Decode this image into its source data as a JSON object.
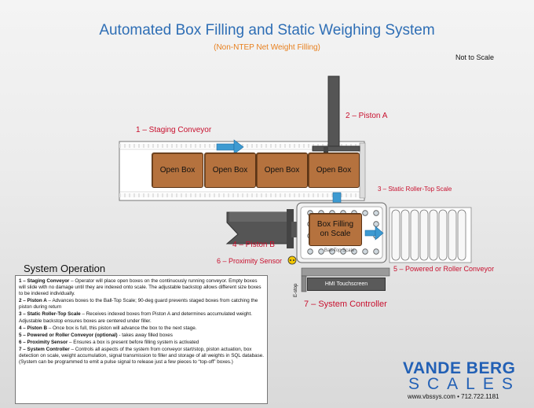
{
  "header": {
    "title": "Automated Box Filling and Static Weighing System",
    "subtitle": "(Non-NTEP Net Weight Filling)",
    "scale_note": "Not to Scale"
  },
  "labels": {
    "staging_conveyor": "1 – Staging Conveyor",
    "piston_a": "2 – Piston A",
    "static_roller_top_scale": "3 – Static Roller-Top Scale",
    "piston_b": "4 – Piston B",
    "powered_roller_conveyor": "5 – Powered or Roller Conveyor",
    "proximity_sensor": "6 – Proximity Sensor",
    "system_controller": "7 – System Controller",
    "scale_plate_text": "Ball-Top Scale"
  },
  "boxes": [
    "Open Box",
    "Open Box",
    "Open Box",
    "Open Box"
  ],
  "filling_box": "Box Filling on Scale",
  "hmi": "HMI Touchscreen",
  "estop": "E-stop",
  "operation": {
    "heading": "System Operation",
    "items": [
      {
        "term": "1 – Staging Conveyor",
        "text": " – Operator will place open boxes on the continuously running conveyor. Empty boxes will slide with no damage until they are indexed onto scale. The adjustable backstop allows different size boxes to be indexed individually."
      },
      {
        "term": "2 – Piston A",
        "text": " – Advances boxes to the Ball-Top Scale; 90-deg guard prevents staged boxes from catching the piston during return"
      },
      {
        "term": "3 – Static Roller-Top Scale",
        "text": " – Receives indexed boxes from Piston A and determines accumulated weight. Adjustable backstop ensures boxes are centered under filler."
      },
      {
        "term": "4 – Piston B",
        "text": " – Once box is full, this piston will advance the box to the next stage."
      },
      {
        "term": "5 – Powered or Roller Conveyor (optional)",
        "text": " - takes away filled boxes"
      },
      {
        "term": "6 – Proximity Sensor",
        "text": " – Ensures a box is present before filling system is activated"
      },
      {
        "term": "7 – System Controller",
        "text": " – Controls all aspects of the system from conveyor start/stop, piston actuation, box detection on scale, weight accumulation, signal transmission to filler and storage of all weights in SQL database. (System can be programmed to emit a pulse signal to release just a few pieces to “top-off” boxes.)"
      }
    ]
  },
  "logo": {
    "line1": "VANDE BERG",
    "line2": "SCALES",
    "contact": "www.vbssys.com • 712.722.1181"
  },
  "colors": {
    "title": "#2e6eb5",
    "subtitle": "#e8801e",
    "label": "#c8102e",
    "box": "#b5723e",
    "arrow": "#3d9ad1",
    "logo": "#2260b5"
  }
}
